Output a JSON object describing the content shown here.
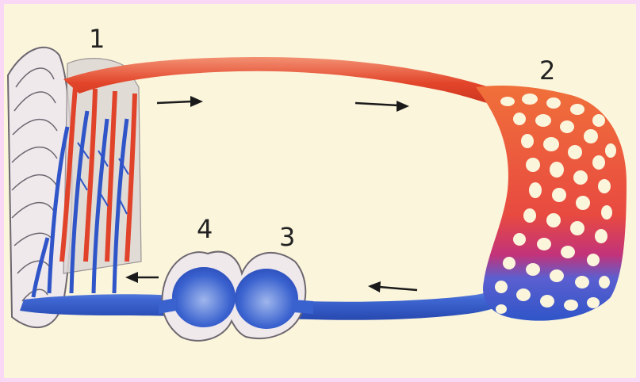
{
  "labels": {
    "one": "1",
    "two": "2",
    "three": "3",
    "four": "4"
  },
  "colors": {
    "background": "#fbf5dc",
    "border": "#f9d8f6",
    "arterial": "#e8472e",
    "venous": "#2f55c8",
    "mixed": "#c2337a",
    "heart_outline": "#7a7478",
    "arrow": "#1a1a1a"
  },
  "arrows": [
    "right",
    "right",
    "left",
    "left"
  ]
}
